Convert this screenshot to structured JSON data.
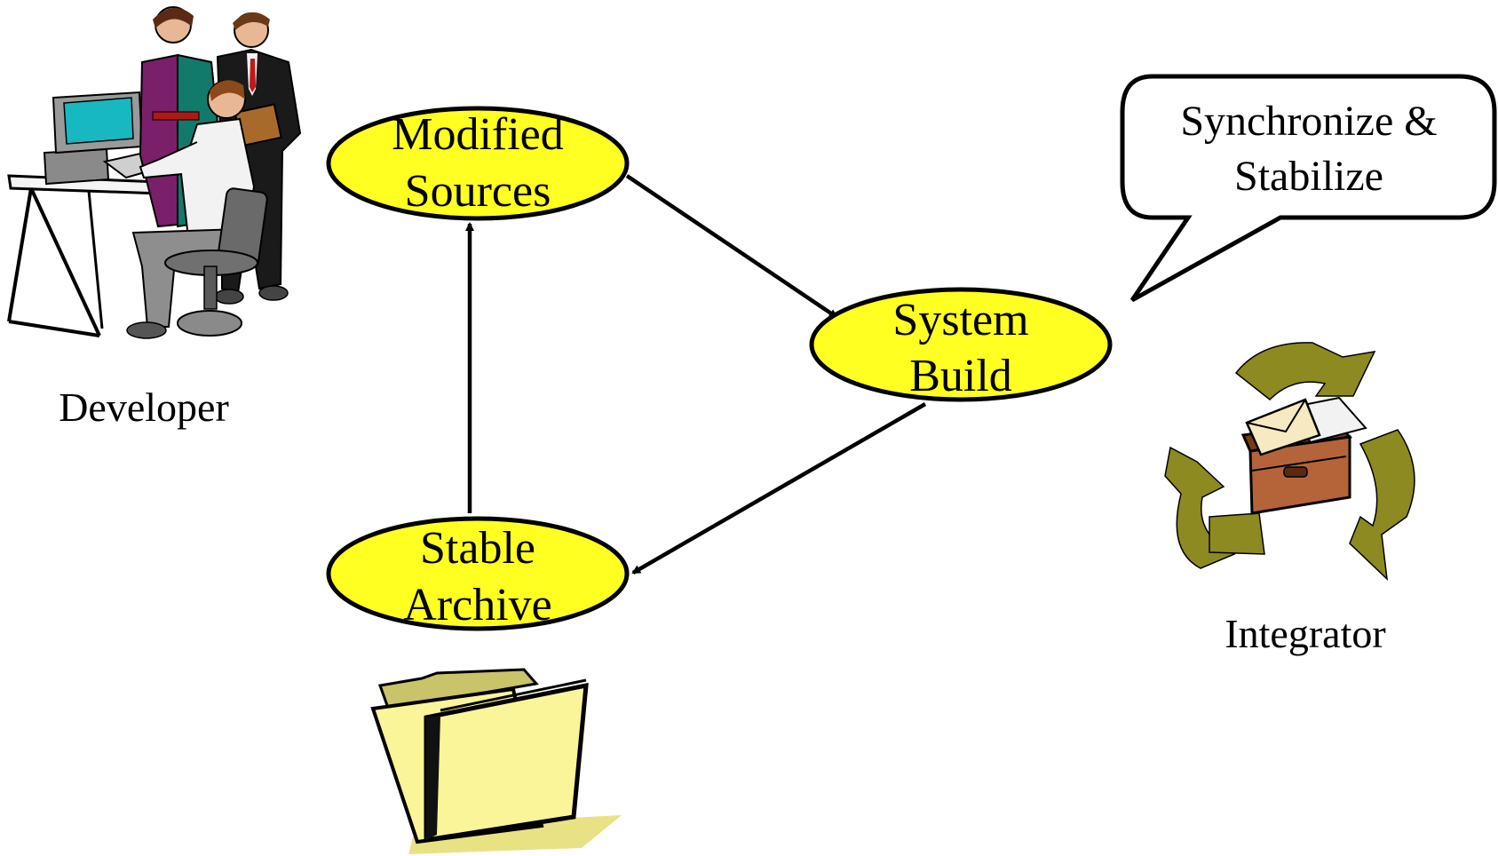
{
  "nodes": {
    "modified": {
      "line1": "Modified",
      "line2": "Sources"
    },
    "build": {
      "line1": "System",
      "line2": "Build"
    },
    "archive": {
      "line1": "Stable",
      "line2": "Archive"
    }
  },
  "callout": {
    "line1": "Synchronize &",
    "line2": "Stabilize"
  },
  "actors": {
    "developer": "Developer",
    "integrator": "Integrator"
  },
  "icons": {
    "developer": "developer-team-at-computer-icon",
    "integrator": "recycle-box-envelope-icon",
    "archive": "folder-icon"
  },
  "colors": {
    "node_fill": "#ffff22",
    "recycle": "#8c8a20",
    "box": "#b5643a",
    "folder": "#fbf59a"
  }
}
